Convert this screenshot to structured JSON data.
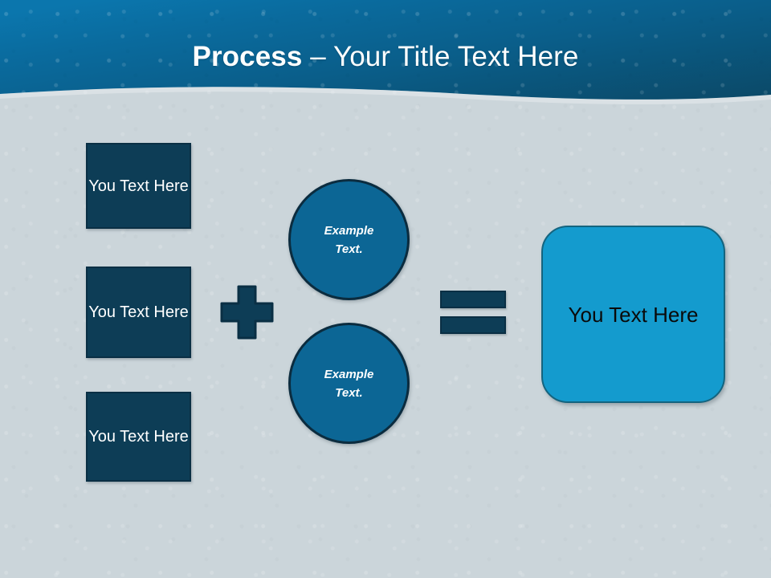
{
  "slide": {
    "title_strong": "Process",
    "title_rest": " – Your Title Text Here",
    "background_color": "#cbd5da"
  },
  "header": {
    "gradient_from": "#0a6b9e",
    "gradient_to": "#0b4e6e"
  },
  "inputs": {
    "items": [
      {
        "text": "You Text Here"
      },
      {
        "text": "You Text Here"
      },
      {
        "text": "You Text Here"
      }
    ],
    "fill_color": "#0d3d56",
    "text_color": "#ffffff"
  },
  "operators": {
    "plus": "+",
    "equals": "=",
    "color": "#0d3d56"
  },
  "circles": {
    "items": [
      {
        "line1": "Example",
        "line2": "Text."
      },
      {
        "line1": "Example",
        "line2": "Text."
      }
    ],
    "fill_color": "#0c6695",
    "border_color": "#0b2c3f",
    "text_color": "#ffffff"
  },
  "result": {
    "text": "You Text Here",
    "fill_color": "#149bce",
    "border_color": "#14647f",
    "text_color": "#0a0a0a"
  }
}
